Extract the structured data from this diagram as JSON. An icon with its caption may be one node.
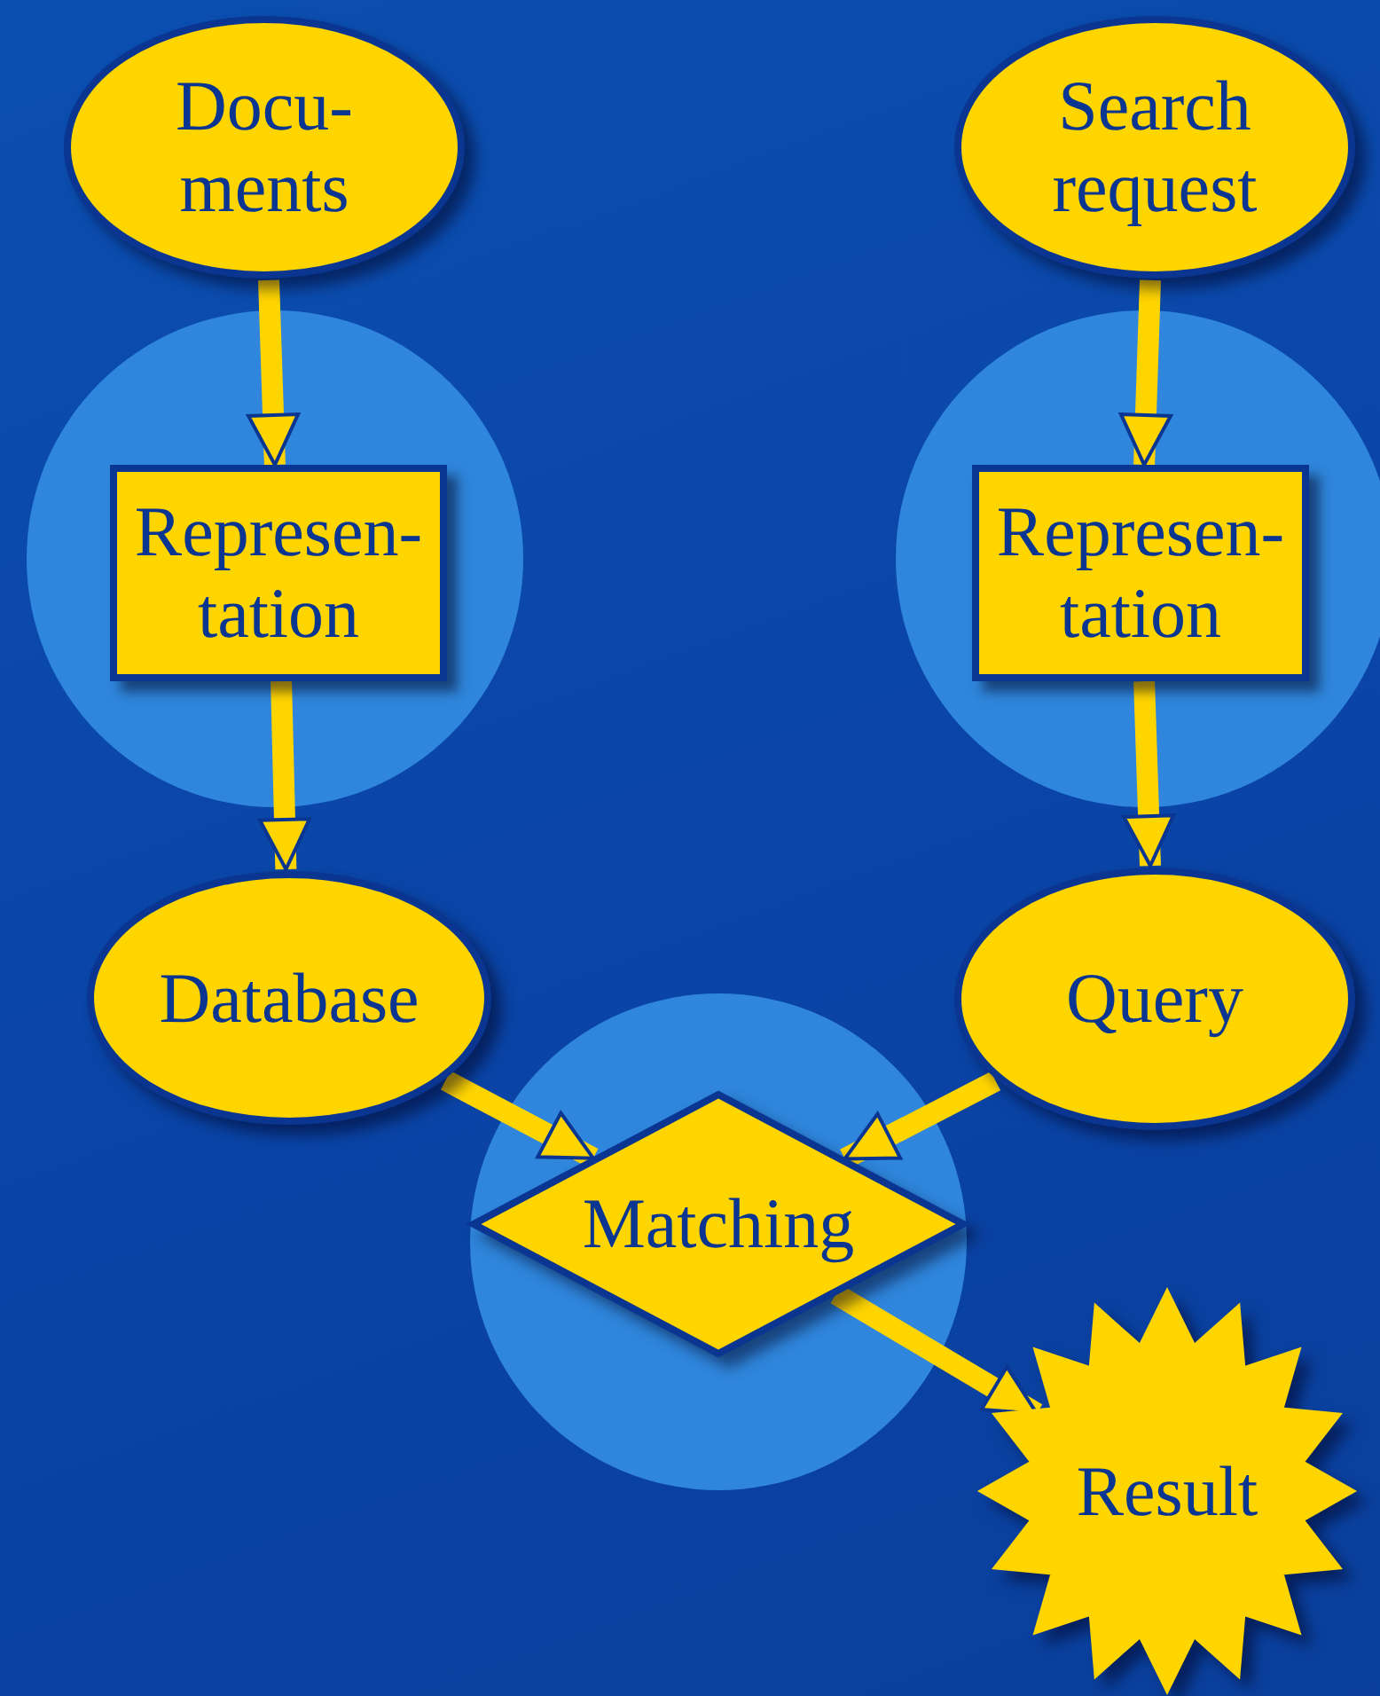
{
  "diagram": {
    "nodes": [
      {
        "text": [
          "Docu- ments"
        ]
      },
      {
        "text": [],
        "shape": "circle"
      },
      {
        "text": [
          "Represen- tation"
        ],
        "in": 1
      },
      {
        "text": [
          "Search request"
        ]
      },
      {
        "text": [],
        "shape": "circle"
      },
      {
        "text": [
          "Represen- tation"
        ],
        "in": 4
      },
      {
        "text": [
          "Database"
        ]
      },
      {
        "text": [
          "Query"
        ]
      },
      {
        "text": [],
        "shape": "circle"
      },
      {
        "text": [
          "Matching"
        ],
        "in": 8
      },
      {
        "text": [
          "Result"
        ]
      }
    ],
    "edges": [
      {
        "from": 0,
        "to": 2,
        "arrow": "to"
      },
      {
        "from": 2,
        "to": 6,
        "arrow": "to"
      },
      {
        "from": 3,
        "to": 5,
        "arrow": "to"
      },
      {
        "from": 5,
        "to": 7,
        "arrow": "to"
      },
      {
        "from": 6,
        "to": 9,
        "arrow": "to"
      },
      {
        "from": 7,
        "to": 9,
        "arrow": "to"
      },
      {
        "from": 9,
        "to": 10,
        "arrow": "to"
      }
    ]
  }
}
